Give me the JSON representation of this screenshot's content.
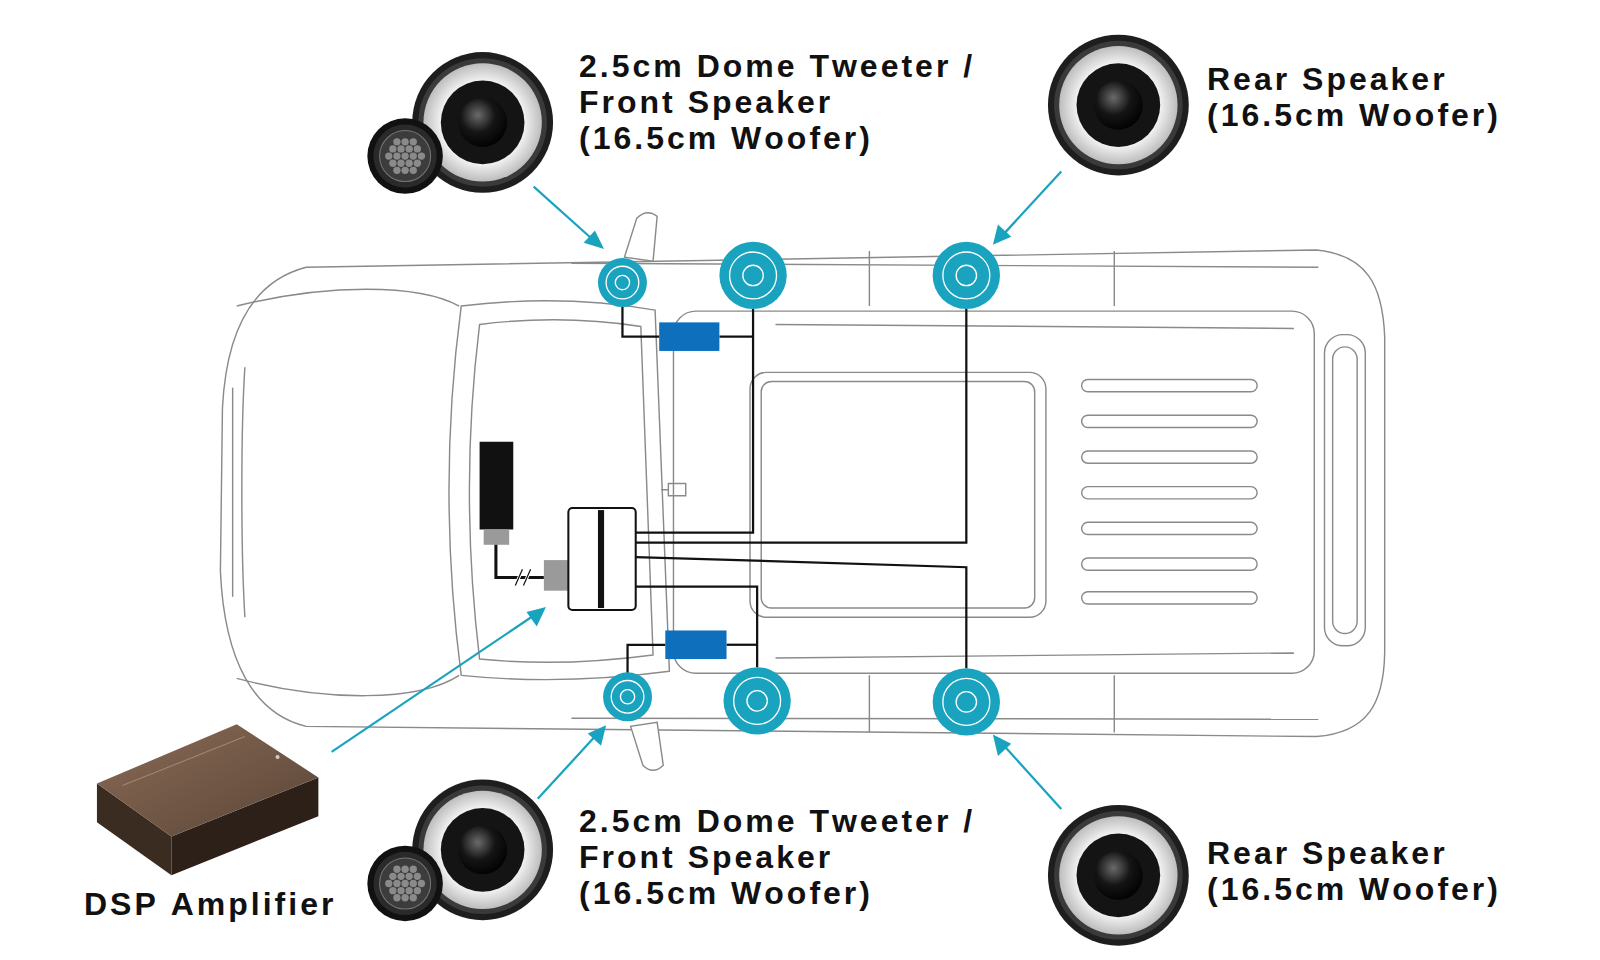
{
  "diagram": {
    "labels": [
      "2.5cm Dome Tweeter / Front Speaker (16.5cm Woofer)",
      "Rear Speaker (16.5cm Woofer)",
      "2.5cm Dome Tweeter / Front Speaker (16.5cm Woofer)",
      "Rear Speaker (16.5cm Woofer)",
      "DSP Amplifier"
    ]
  }
}
